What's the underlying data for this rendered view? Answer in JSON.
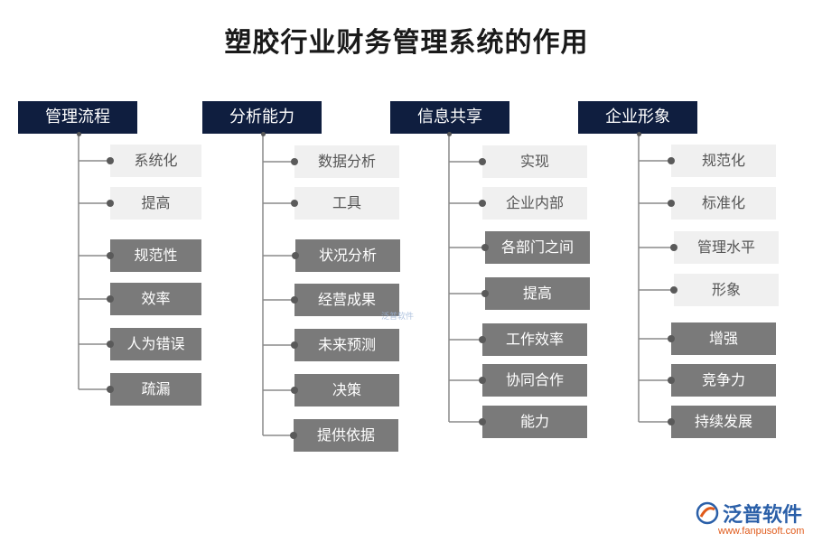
{
  "title": "塑胶行业财务管理系统的作用",
  "columns": [
    {
      "header": "管理流程",
      "items": [
        {
          "label": "系统化",
          "style": "light"
        },
        {
          "label": "提高",
          "style": "light"
        },
        {
          "label": "规范性",
          "style": "dark"
        },
        {
          "label": "效率",
          "style": "dark"
        },
        {
          "label": "人为错误",
          "style": "dark"
        },
        {
          "label": "疏漏",
          "style": "dark"
        }
      ]
    },
    {
      "header": "分析能力",
      "items": [
        {
          "label": "数据分析",
          "style": "light"
        },
        {
          "label": "工具",
          "style": "light"
        },
        {
          "label": "状况分析",
          "style": "dark"
        },
        {
          "label": "经营成果",
          "style": "dark"
        },
        {
          "label": "未来预测",
          "style": "dark"
        },
        {
          "label": "决策",
          "style": "dark"
        },
        {
          "label": "提供依据",
          "style": "dark"
        }
      ]
    },
    {
      "header": "信息共享",
      "items": [
        {
          "label": "实现",
          "style": "light"
        },
        {
          "label": "企业内部",
          "style": "light"
        },
        {
          "label": "各部门之间",
          "style": "dark"
        },
        {
          "label": "提高",
          "style": "dark"
        },
        {
          "label": "工作效率",
          "style": "dark"
        },
        {
          "label": "协同合作",
          "style": "dark"
        },
        {
          "label": "能力",
          "style": "dark"
        }
      ]
    },
    {
      "header": "企业形象",
      "items": [
        {
          "label": "规范化",
          "style": "light"
        },
        {
          "label": "标准化",
          "style": "light"
        },
        {
          "label": "管理水平",
          "style": "light"
        },
        {
          "label": "形象",
          "style": "light"
        },
        {
          "label": "增强",
          "style": "dark"
        },
        {
          "label": "竞争力",
          "style": "dark"
        },
        {
          "label": "持续发展",
          "style": "dark"
        }
      ]
    }
  ],
  "colors": {
    "header_bg": "#0f1e3f",
    "light_item_bg": "#f0f0f0",
    "dark_item_bg": "#7a7a7a",
    "connector": "#8a8a8a"
  },
  "logo": {
    "name": "泛普软件",
    "url": "www.fanpusoft.com",
    "watermark": "泛普软件"
  }
}
